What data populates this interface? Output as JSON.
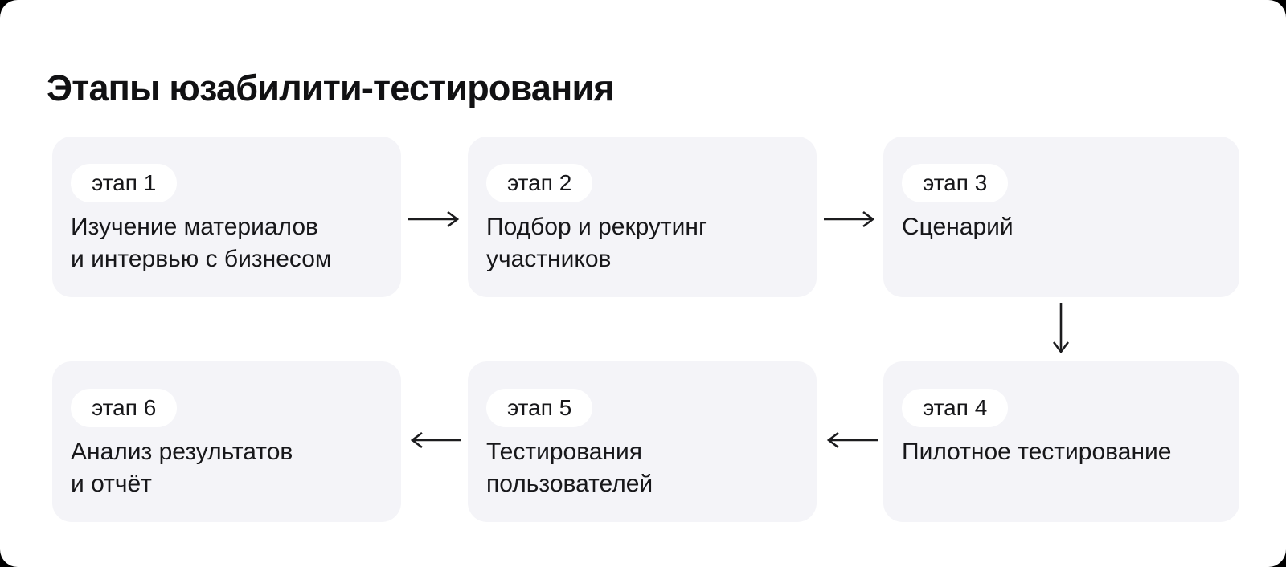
{
  "page": {
    "title": "Этапы юзабилити-тестирования"
  },
  "colors": {
    "page_background": "#ffffff",
    "outside_background": "#000000",
    "card_background": "#f4f4f8",
    "badge_background": "#ffffff",
    "text": "#17171a",
    "arrow": "#1c1c1e"
  },
  "stages": [
    {
      "badge": "этап 1",
      "lines": [
        "Изучение материалов",
        "и интервью с бизнесом"
      ]
    },
    {
      "badge": "этап 2",
      "lines": [
        "Подбор и рекрутинг",
        "участников"
      ]
    },
    {
      "badge": "этап 3",
      "lines": [
        "Сценарий"
      ]
    },
    {
      "badge": "этап 4",
      "lines": [
        "Пилотное тестирование"
      ]
    },
    {
      "badge": "этап 5",
      "lines": [
        "Тестирования",
        "пользователей"
      ]
    },
    {
      "badge": "этап 6",
      "lines": [
        "Анализ результатов",
        "и отчёт"
      ]
    }
  ],
  "flow": [
    {
      "from": "этап 1",
      "to": "этап 2",
      "direction": "right"
    },
    {
      "from": "этап 2",
      "to": "этап 3",
      "direction": "right"
    },
    {
      "from": "этап 3",
      "to": "этап 4",
      "direction": "down"
    },
    {
      "from": "этап 4",
      "to": "этап 5",
      "direction": "left"
    },
    {
      "from": "этап 5",
      "to": "этап 6",
      "direction": "left"
    }
  ]
}
